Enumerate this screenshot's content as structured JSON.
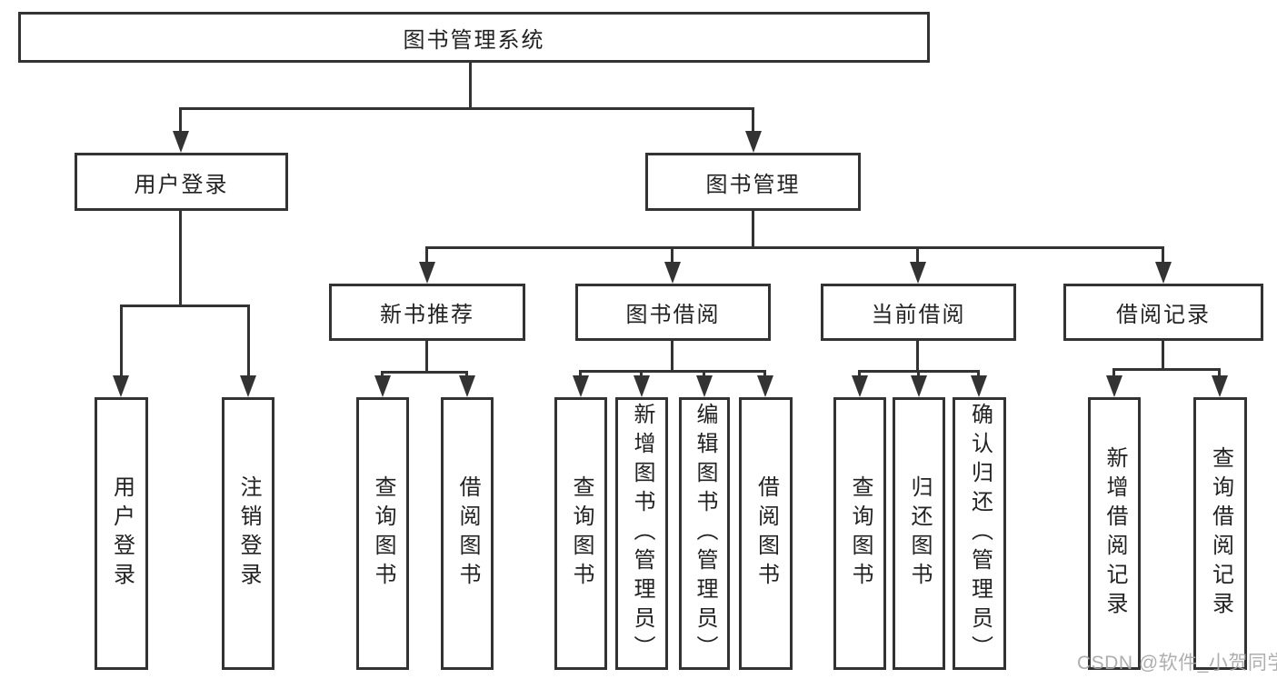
{
  "diagram_type": "tree",
  "tree": {
    "label": "图书管理系统",
    "children": [
      {
        "label": "用户登录",
        "children": [
          {
            "label": "用户登录"
          },
          {
            "label": "注销登录"
          }
        ]
      },
      {
        "label": "图书管理",
        "children": [
          {
            "label": "新书推荐",
            "children": [
              {
                "label": "查询图书"
              },
              {
                "label": "借阅图书"
              }
            ]
          },
          {
            "label": "图书借阅",
            "children": [
              {
                "label": "查询图书"
              },
              {
                "label": "新增图书（管理员）"
              },
              {
                "label": "编辑图书（管理员）"
              },
              {
                "label": "借阅图书"
              }
            ]
          },
          {
            "label": "当前借阅",
            "children": [
              {
                "label": "查询图书"
              },
              {
                "label": "归还图书"
              },
              {
                "label": "确认归还（管理员）"
              }
            ]
          },
          {
            "label": "借阅记录",
            "children": [
              {
                "label": "新增借阅记录"
              },
              {
                "label": "查询借阅记录"
              }
            ]
          }
        ]
      }
    ]
  },
  "watermark": {
    "text": "CSDN @软件_小贺同学"
  },
  "colors": {
    "line": "#333333",
    "box_border": "#333333",
    "box_fill": "#ffffff",
    "text": "#222222",
    "watermark": "#a6a6a6",
    "background": "#ffffff"
  }
}
